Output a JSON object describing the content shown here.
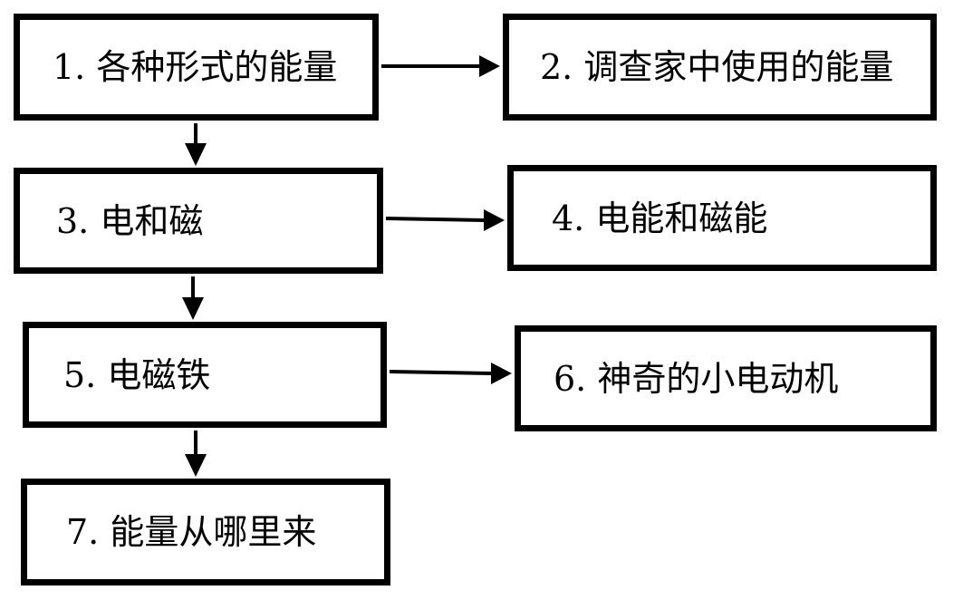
{
  "nodes": [
    {
      "id": "b1",
      "label": "1. 各种形式的能量"
    },
    {
      "id": "b2",
      "label": "2. 调查家中使用的能量"
    },
    {
      "id": "b3",
      "label": "3. 电和磁"
    },
    {
      "id": "b4",
      "label": "4. 电能和磁能"
    },
    {
      "id": "b5",
      "label": "5. 电磁铁"
    },
    {
      "id": "b6",
      "label": "6. 神奇的小电动机"
    },
    {
      "id": "b7",
      "label": "7. 能量从哪里来"
    }
  ],
  "edges": [
    {
      "from": "1",
      "to": "2"
    },
    {
      "from": "1",
      "to": "3"
    },
    {
      "from": "3",
      "to": "4"
    },
    {
      "from": "3",
      "to": "5"
    },
    {
      "from": "5",
      "to": "6"
    },
    {
      "from": "5",
      "to": "7"
    }
  ]
}
